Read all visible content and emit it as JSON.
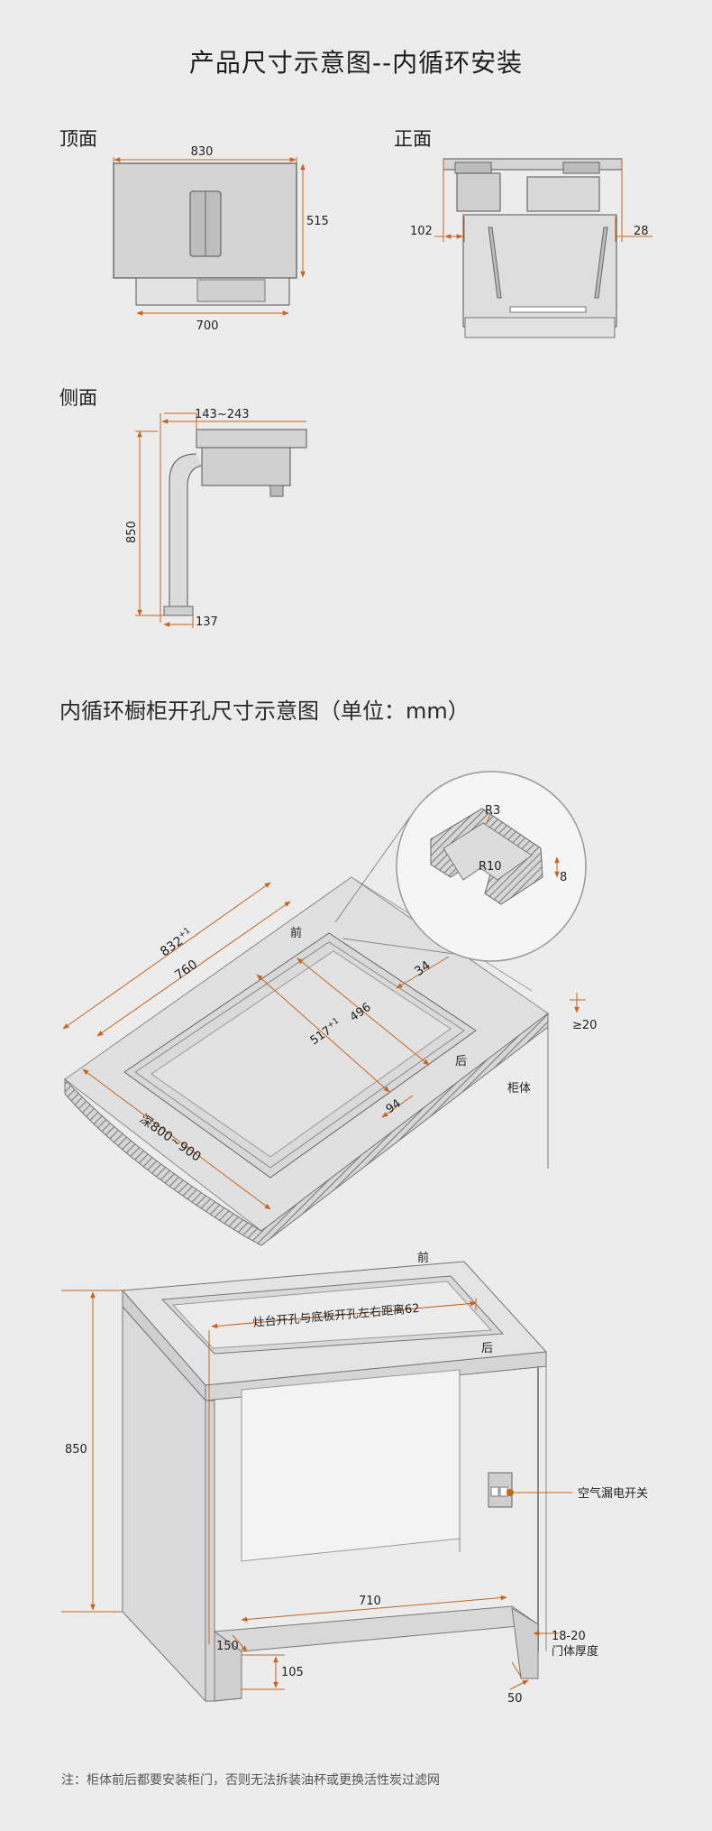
{
  "title": "产品尺寸示意图--内循环安装",
  "views": {
    "top": {
      "label": "顶面",
      "width": "830",
      "depth": "515",
      "base_width": "700"
    },
    "front": {
      "label": "正面",
      "left_offset": "102",
      "right_offset": "28"
    },
    "side": {
      "label": "侧面",
      "range": "143~243",
      "height": "850",
      "bottom": "137"
    }
  },
  "cabinet_cut": {
    "title": "内循环橱柜开孔尺寸示意图（单位：mm）",
    "detail": {
      "r3": "R3",
      "r10": "R10",
      "depth": "8"
    },
    "dims": {
      "outer": "832",
      "outer_sup": "+1",
      "inner": "760",
      "cut_w": "517",
      "cut_sup": "+1",
      "cut_d": "496",
      "margin": "34",
      "back_gap": "94",
      "depth": "深800~900",
      "thickness": "≥20"
    },
    "labels": {
      "front": "前",
      "back": "后",
      "cabinet": "柜体"
    }
  },
  "cabinet_body": {
    "labels": {
      "front": "前",
      "back": "后"
    },
    "note_distance": "灶台开孔与底板开孔左右距离62",
    "height": "850",
    "bottom_w": "710",
    "left_gap": "150",
    "bottom_h": "105",
    "right_gap": "50",
    "door": "18-20",
    "door_label": "门体厚度",
    "switch_label": "空气漏电开关"
  },
  "footnote": "注：柜体前后都要安装柜门，否则无法拆装油杯或更换活性炭过滤网",
  "colors": {
    "accent": "#c8641e",
    "line": "#555555",
    "bg": "#ececec"
  }
}
